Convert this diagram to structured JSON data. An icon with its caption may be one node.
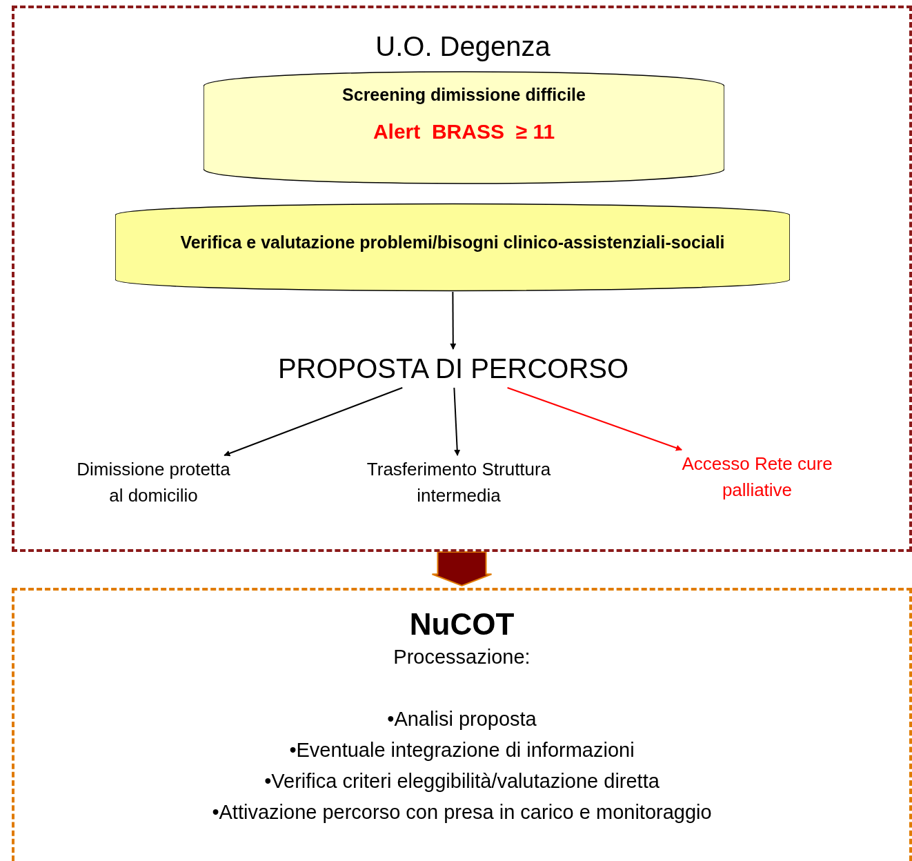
{
  "diagram": {
    "nodes": [
      {
        "text": [
          "U.O. Degenza"
        ]
      },
      {
        "text": [
          "Screening dimissione difficile",
          "Alert  BRASS  ≥ 11"
        ],
        "in": 0
      },
      {
        "text": [
          "Verifica e valutazione problemi/bisogni clinico-assistenziali-sociali"
        ],
        "in": 0
      },
      {
        "text": [
          "PROPOSTA DI PERCORSO"
        ],
        "in": 0
      },
      {
        "text": [
          "Dimissione protetta al domicilio"
        ],
        "in": 0
      },
      {
        "text": [
          "Trasferimento Struttura intermedia"
        ],
        "in": 0
      },
      {
        "text": [
          "Accesso Rete cure palliative"
        ],
        "in": 0
      },
      {
        "text": [
          "NuCOT",
          "Processazione:",
          "•Analisi proposta",
          "•Eventuale integrazione di informazioni",
          "•Verifica criteri eleggibilità/valutazione diretta",
          "•Attivazione percorso con presa in carico e monitoraggio"
        ]
      }
    ],
    "edges": [
      {
        "from": 2,
        "to": 3,
        "arrow": "to"
      },
      {
        "from": 3,
        "to": 4,
        "arrow": "to"
      },
      {
        "from": 3,
        "to": 5,
        "arrow": "to"
      },
      {
        "from": 3,
        "to": 6,
        "arrow": "to",
        "color": "#ff0000"
      },
      {
        "from": 0,
        "to": 7,
        "arrow": "to",
        "style": "thick",
        "color": "#7f0000"
      }
    ]
  }
}
